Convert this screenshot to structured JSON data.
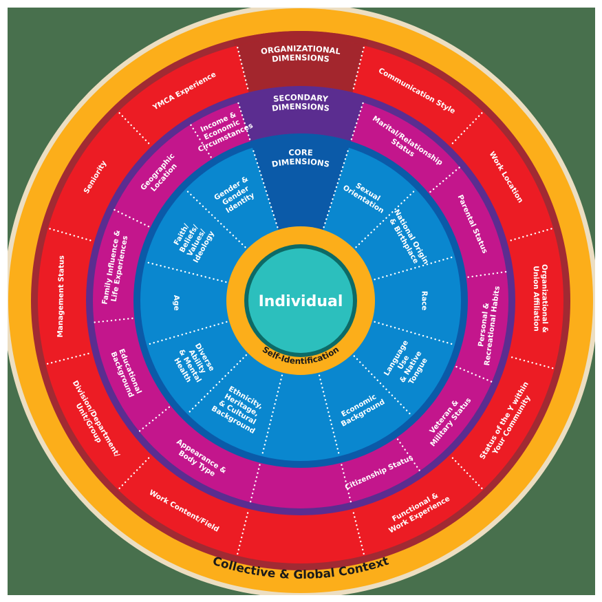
{
  "diagram": {
    "center_label": "Individual",
    "self_identification_label": "Self-Identification",
    "collective_context_label": "Collective & Global Context",
    "colors": {
      "background_green": "#48704d",
      "beige": "#ecdec2",
      "collective_yellow": "#fcae1a",
      "org_dark_red_border": "#a12a33",
      "organizational_red": "#ec1c24",
      "secondary_purple_border": "#5b2d90",
      "secondary_magenta": "#c3168c",
      "core_dark_blue_border": "#0b5aa8",
      "core_blue": "#0a87cf",
      "self_id_yellow": "#fcae1a",
      "individual_dark_teal": "#0d6a66",
      "individual_teal": "#2cbfbd",
      "org_header": "#a3262d",
      "secondary_header": "#5b2d90",
      "core_header": "#0b5aa8"
    },
    "organizational": {
      "header": [
        "ORGANIZATIONAL",
        "DIMENSIONS"
      ],
      "items": [
        {
          "label": [
            "Communication Style"
          ]
        },
        {
          "label": [
            "Work Location"
          ]
        },
        {
          "label": [
            "Organizational &",
            "Union Affiliation"
          ]
        },
        {
          "label": [
            "Status of the Y within",
            "Your Community"
          ]
        },
        {
          "label": [
            "Functional &",
            "Work Experience"
          ]
        },
        {
          "label": [
            ""
          ]
        },
        {
          "label": [
            "Work Content/Field"
          ]
        },
        {
          "label": [
            "Division/Department/",
            "Unit/Group"
          ]
        },
        {
          "label": [
            "Management Status"
          ]
        },
        {
          "label": [
            "Seniority"
          ]
        },
        {
          "label": [
            "YMCA Experience"
          ]
        }
      ]
    },
    "secondary": {
      "header": [
        "SECONDARY",
        "DIMENSIONS"
      ],
      "items": [
        {
          "label": [
            "Marital/Relationship",
            "Status"
          ]
        },
        {
          "label": [
            "Parental Status"
          ]
        },
        {
          "label": [
            "Personal &",
            "Recreational Habits"
          ]
        },
        {
          "label": [
            "Veteran &",
            "Military Status"
          ]
        },
        {
          "label": [
            "Citizenship Status"
          ]
        },
        {
          "label": [
            ""
          ]
        },
        {
          "label": [
            "Appearance &",
            "Body Type"
          ]
        },
        {
          "label": [
            "Educational",
            "Background"
          ]
        },
        {
          "label": [
            "Family Influence &",
            "Life Experiences"
          ]
        },
        {
          "label": [
            "Geographic",
            "Location"
          ]
        },
        {
          "label": [
            "Income &",
            "Economic",
            "Circumstances"
          ]
        }
      ]
    },
    "core": {
      "header": [
        "CORE",
        "DIMENSIONS"
      ],
      "items": [
        {
          "label": [
            "Sexual",
            "Orientation"
          ]
        },
        {
          "label": [
            "National Origin",
            "& Birthplace"
          ]
        },
        {
          "label": [
            "Race"
          ]
        },
        {
          "label": [
            "Language",
            "Use",
            "& Native",
            "Tongue"
          ]
        },
        {
          "label": [
            "Economic",
            "Background"
          ]
        },
        {
          "label": [
            ""
          ]
        },
        {
          "label": [
            "Ethnicity,",
            "Heritage,",
            "& Cultural",
            "Background"
          ]
        },
        {
          "label": [
            "Diverse",
            "Ability",
            "& Mental",
            "Health"
          ]
        },
        {
          "label": [
            "Age"
          ]
        },
        {
          "label": [
            "Faith/",
            "Beliefs/",
            "Values/",
            "Ideology"
          ]
        },
        {
          "label": [
            "Gender &",
            "Gender",
            "Identity"
          ]
        }
      ]
    }
  }
}
